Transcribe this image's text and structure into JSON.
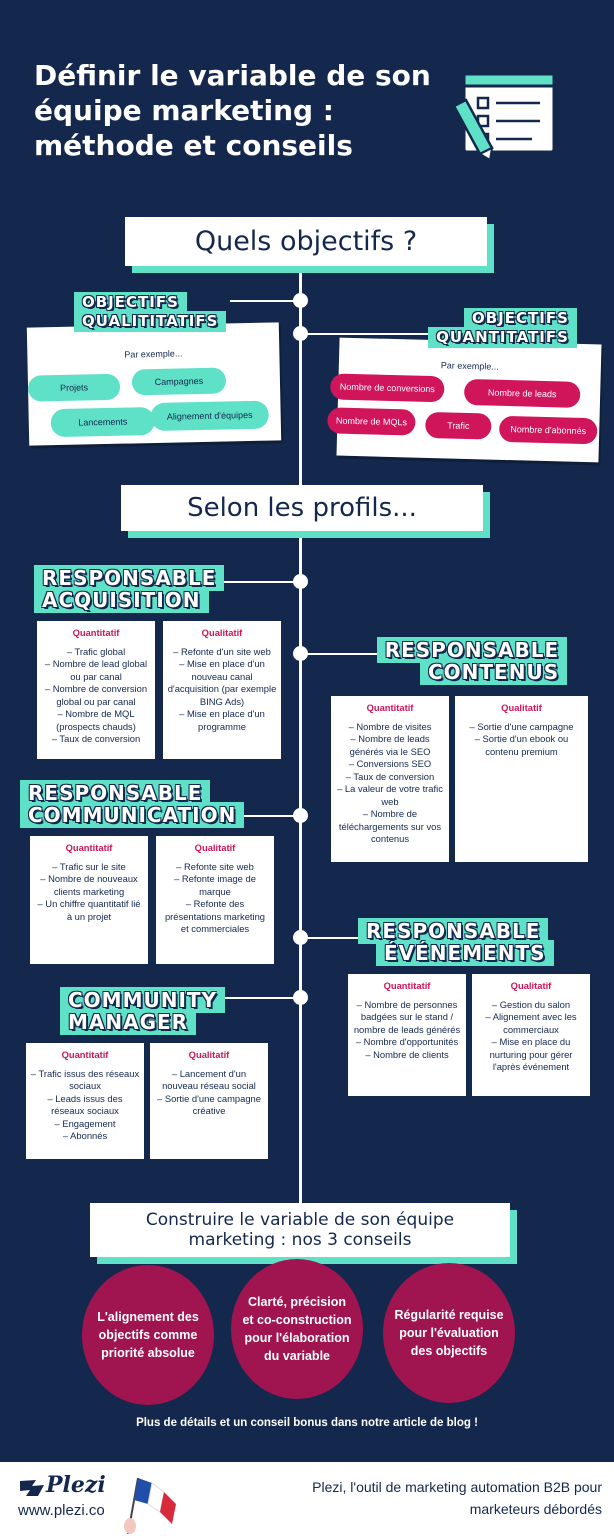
{
  "title": "Définir le variable de son équipe marketing : méthode et conseils",
  "objectifs": {
    "heading": "Quels objectifs ?",
    "qualitatifs": {
      "label_line1": "OBJECTIFS",
      "label_line2": "QUALITITATIFS",
      "intro": "Par exemple...",
      "items": [
        "Projets",
        "Campagnes",
        "Lancements",
        "Alignement d'équipes"
      ]
    },
    "quantitatifs": {
      "label_line1": "OBJECTIFS",
      "label_line2": "QUANTITATIFS",
      "intro": "Par exemple...",
      "items": [
        "Nombre de conversions",
        "Nombre de leads",
        "Nombre de MQLs",
        "Trafic",
        "Nombre d'abonnés"
      ]
    }
  },
  "profils": {
    "heading": "Selon les profils...",
    "acquisition": {
      "label_line1": "RESPONSABLE",
      "label_line2": "ACQUISITION",
      "quanti_title": "Quantitatif",
      "quanti": [
        "– Trafic global",
        "– Nombre de lead global ou par canal",
        "– Nombre de conversion global ou par canal",
        "– Nombre de MQL (prospects chauds)",
        "– Taux de conversion"
      ],
      "quali_title": "Qualitatif",
      "quali": [
        "– Refonte d'un site web",
        "– Mise en place d'un nouveau canal d'acquisition (par exemple BING Ads)",
        "– Mise en place d'un programme"
      ]
    },
    "contenus": {
      "label_line1": "RESPONSABLE",
      "label_line2": "CONTENUS",
      "quanti_title": "Quantitatif",
      "quanti": [
        "– Nombre de visites",
        "– Nombre de leads générés via le SEO",
        "– Conversions SEO",
        "– Taux de conversion",
        "– La valeur de votre trafic web",
        "– Nombre de téléchargements sur vos contenus"
      ],
      "quali_title": "Qualitatif",
      "quali": [
        "– Sortie d'une campagne",
        "– Sortie d'un ebook ou contenu premium"
      ]
    },
    "communication": {
      "label_line1": "RESPONSABLE",
      "label_line2": "COMMUNICATION",
      "quanti_title": "Quantitatif",
      "quanti": [
        "– Trafic sur le site",
        "– Nombre de nouveaux clients marketing",
        "– Un chiffre quantitatif lié à un projet"
      ],
      "quali_title": "Qualitatif",
      "quali": [
        "– Refonte site web",
        "– Refonte image de marque",
        "– Refonte des présentations marketing et commerciales"
      ]
    },
    "evenements": {
      "label_line1": "RESPONSABLE",
      "label_line2": "ÉVÉNEMENTS",
      "quanti_title": "Quantitatif",
      "quanti": [
        "– Nombre de personnes badgées sur le stand / nombre de leads générés",
        "– Nombre d'opportunités",
        "– Nombre de clients"
      ],
      "quali_title": "Qualitatif",
      "quali": [
        "– Gestion du salon",
        "– Alignement avec les commerciaux",
        "– Mise en place du nurturing pour gérer l'après événement"
      ]
    },
    "community": {
      "label_line1": "COMMUNITY",
      "label_line2": "MANAGER",
      "quanti_title": "Quantitatif",
      "quanti": [
        "– Trafic issus des réseaux sociaux",
        "– Leads issus des réseaux sociaux",
        "– Engagement",
        "– Abonnés"
      ],
      "quali_title": "Qualitatif",
      "quali": [
        "– Lancement d'un nouveau réseau social",
        "– Sortie d'une campagne créative"
      ]
    }
  },
  "conseils": {
    "heading_line1": "Construire le variable de son équipe",
    "heading_line2": "marketing : nos 3 conseils",
    "items": [
      "L'alignement des objectifs comme priorité absolue",
      "Clarté, précision et co-construction pour l'élaboration du variable",
      "Régularité requise pour l'évaluation des objectifs"
    ],
    "note": "Plus de détails et un conseil bonus dans notre article de blog !"
  },
  "footer": {
    "brand": "Plezi",
    "url": "www.plezi.co",
    "tagline_line1": "Plezi, l'outil de marketing automation B2B pour",
    "tagline_line2": "marketeurs débordés"
  },
  "colors": {
    "background": "#14284e",
    "teal": "#5fe1c8",
    "pink": "#d0155a",
    "circle": "#a0154f"
  },
  "icons": [
    "checklist-clipboard-icon",
    "pencil-icon",
    "plezi-logo-icon",
    "french-flag-icon"
  ]
}
